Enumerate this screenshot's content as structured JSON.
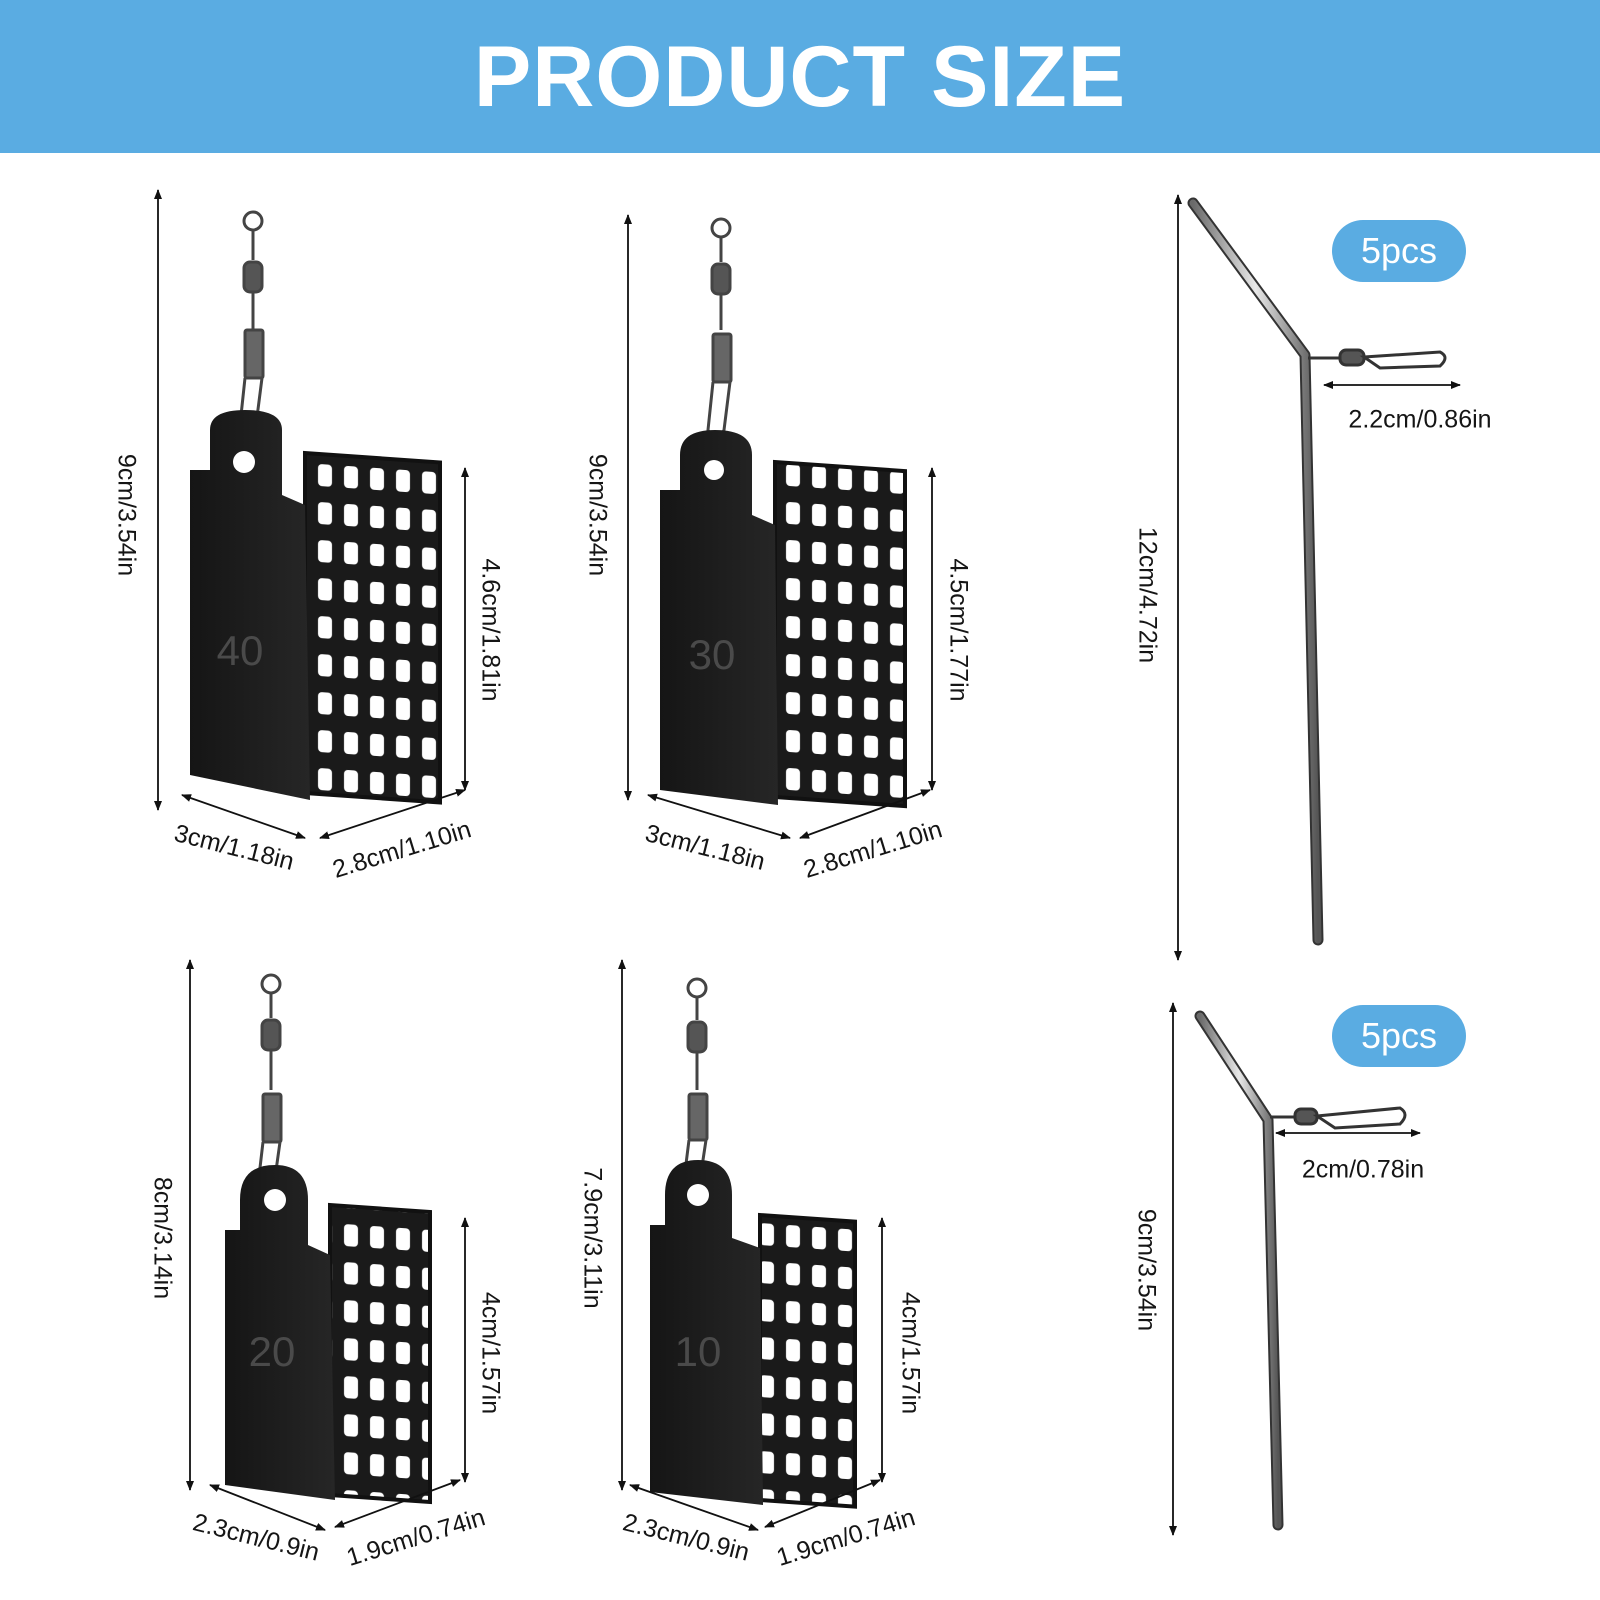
{
  "banner": {
    "title": "PRODUCT SIZE",
    "color": "#5aace2"
  },
  "feeders": [
    {
      "number": "40",
      "height": "9cm/3.54in",
      "cage_height": "4.6cm/1.81in",
      "width": "3cm/1.18in",
      "depth": "2.8cm/1.10in"
    },
    {
      "number": "30",
      "height": "9cm/3.54in",
      "cage_height": "4.5cm/1.77in",
      "width": "3cm/1.18in",
      "depth": "2.8cm/1.10in"
    },
    {
      "number": "20",
      "height": "8cm/3.14in",
      "cage_height": "4cm/1.57in",
      "width": "2.3cm/0.9in",
      "depth": "1.9cm/0.74in"
    },
    {
      "number": "10",
      "height": "7.9cm/3.11in",
      "cage_height": "4cm/1.57in",
      "width": "2.3cm/0.9in",
      "depth": "1.9cm/0.74in"
    }
  ],
  "booms": [
    {
      "quantity": "5pcs",
      "length": "12cm/4.72in",
      "arm": "2.2cm/0.86in"
    },
    {
      "quantity": "5pcs",
      "length": "9cm/3.54in",
      "arm": "2cm/0.78in"
    }
  ]
}
